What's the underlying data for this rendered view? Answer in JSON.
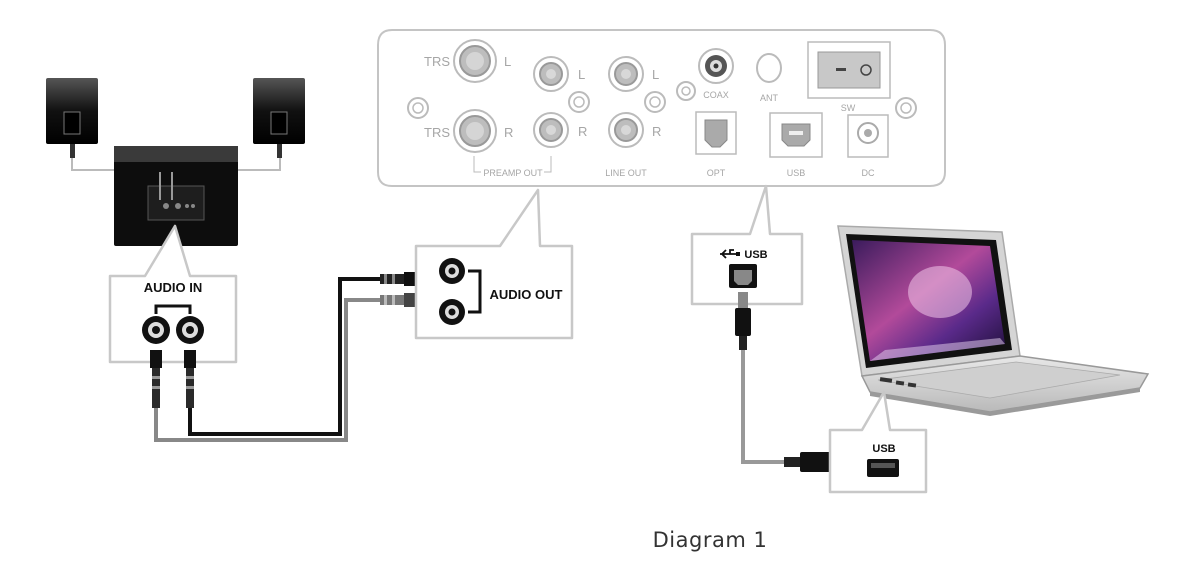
{
  "panel": {
    "trs_l": "TRS",
    "l1": "L",
    "trs_r": "TRS",
    "r1": "R",
    "l2": "L",
    "r2": "R",
    "l3": "L",
    "r3": "R",
    "coax": "COAX",
    "ant": "ANT",
    "sw": "SW",
    "preamp_out": "PREAMP OUT",
    "line_out": "LINE OUT",
    "opt": "OPT",
    "usb": "USB",
    "dc": "DC"
  },
  "callouts": {
    "audio_in": "AUDIO IN",
    "audio_out": "AUDIO OUT",
    "usb_device": "USB",
    "usb_laptop": "USB"
  },
  "caption": "Diagram 1"
}
